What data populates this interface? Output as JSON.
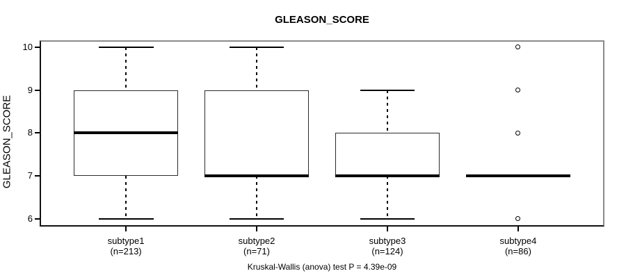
{
  "colors": {
    "background": "#ffffff",
    "frame_light": "#8a8a8a",
    "frame_dark": "#111111",
    "line": "#000000",
    "box_border": "#2a2a2a",
    "text": "#000000"
  },
  "chart_data": {
    "type": "boxplot",
    "title": "GLEASON_SCORE",
    "ylabel": "GLEASON_SCORE",
    "xlabel": "",
    "footnote": "Kruskal-Wallis (anova) test P = 4.39e-09",
    "ylim": [
      5.82,
      10.16
    ],
    "xlim": [
      0.34,
      4.66
    ],
    "yticks": [
      6,
      7,
      8,
      9,
      10
    ],
    "grid": false,
    "legend": false,
    "box_width": 0.8,
    "cap_width": 0.42,
    "groups": [
      {
        "label": "subtype1",
        "sublabel": "(n=213)",
        "n": 213,
        "position": 1,
        "whisker_low": 6,
        "q1": 7,
        "median": 8,
        "q3": 9,
        "whisker_high": 10,
        "outliers": []
      },
      {
        "label": "subtype2",
        "sublabel": "(n=71)",
        "n": 71,
        "position": 2,
        "whisker_low": 6,
        "q1": 7,
        "median": 7,
        "q3": 9,
        "whisker_high": 10,
        "outliers": []
      },
      {
        "label": "subtype3",
        "sublabel": "(n=124)",
        "n": 124,
        "position": 3,
        "whisker_low": 6,
        "q1": 7,
        "median": 7,
        "q3": 8,
        "whisker_high": 9,
        "outliers": []
      },
      {
        "label": "subtype4",
        "sublabel": "(n=86)",
        "n": 86,
        "position": 4,
        "whisker_low": 7,
        "q1": 7,
        "median": 7,
        "q3": 7,
        "whisker_high": 7,
        "outliers": [
          6,
          8,
          9,
          10
        ]
      }
    ]
  }
}
